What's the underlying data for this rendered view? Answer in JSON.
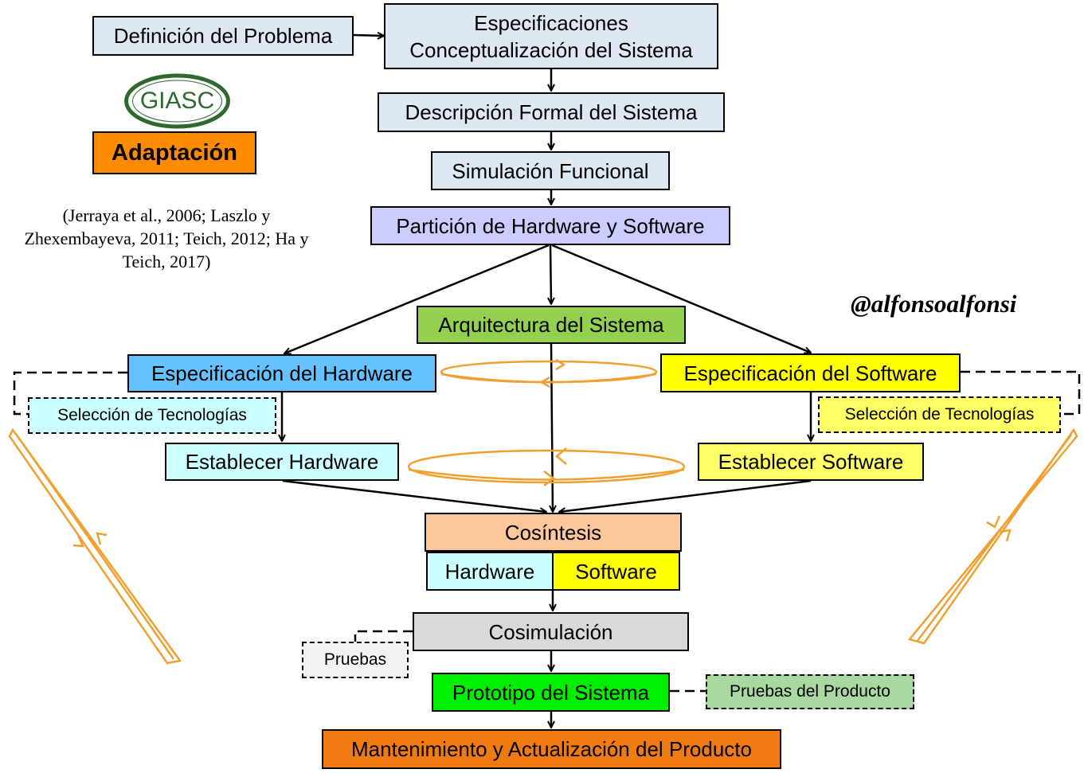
{
  "nodes": {
    "definicion": "Definición del Problema",
    "especificaciones_1": "Especificaciones",
    "especificaciones_2": "Conceptualización del Sistema",
    "descripcion": "Descripción Formal del Sistema",
    "simulacion": "Simulación Funcional",
    "particion": "Partición de Hardware y Software",
    "arquitectura": "Arquitectura del Sistema",
    "espec_hw": "Especificación del Hardware",
    "espec_sw": "Especificación del Software",
    "sel_tec_hw": "Selección de Tecnologías",
    "sel_tec_sw": "Selección de Tecnologías",
    "est_hw": "Establecer Hardware",
    "est_sw": "Establecer Software",
    "cosintesis": "Cosíntesis",
    "hardware": "Hardware",
    "software": "Software",
    "cosimulacion": "Cosimulación",
    "pruebas": "Pruebas",
    "prototipo": "Prototipo del Sistema",
    "pruebas_producto": "Pruebas del Producto",
    "mantenimiento": "Mantenimiento y Actualización del Producto"
  },
  "adaptacion": "Adaptación",
  "citation": {
    "line1": "(Jerraya et al., 2006; Laszlo y",
    "line2": "Zhexembayeva, 2011; Teich, 2012; Ha y",
    "line3": "Teich, 2017)"
  },
  "handle": "@alfonsoalfonsi",
  "logo": {
    "text": "GIASC",
    "icon": "giasc-logo-icon"
  },
  "colors": {
    "light_blue": "#dde8f3",
    "lavender": "#ccccff",
    "green": "#92d050",
    "sky": "#66c2ff",
    "yellow": "#ffff00",
    "pale_cyan": "#ccffff",
    "pale_yellow": "#ffff66",
    "peach": "#fcc79a",
    "gray": "#d9d9d9",
    "bright_green": "#00ee00",
    "light_green": "#a9d8a0",
    "orange": "#ff8c00",
    "dark_orange": "#f07b13",
    "loop_orange": "#f0a030"
  }
}
